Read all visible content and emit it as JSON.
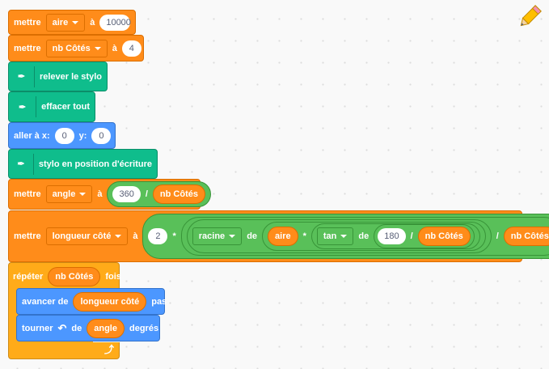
{
  "blocks": {
    "set_aire": {
      "label": "mettre",
      "var": "aire",
      "to": "à",
      "value": "10000"
    },
    "set_nb": {
      "label": "mettre",
      "var": "nb Côtés",
      "to": "à",
      "value": "4"
    },
    "pen_up": {
      "label": "relever le stylo"
    },
    "clear": {
      "label": "effacer tout"
    },
    "goto": {
      "label": "aller à x:",
      "x": "0",
      "ylabel": "y:",
      "y": "0"
    },
    "pen_down": {
      "label": "stylo en position d'écriture"
    },
    "set_angle": {
      "label": "mettre",
      "var": "angle",
      "to": "à",
      "a": "360",
      "div": "/",
      "b": "nb Côtés"
    },
    "set_len": {
      "label": "mettre",
      "var": "longueur côté",
      "to": "à",
      "two": "2",
      "mul": "*",
      "fn": "racine",
      "de": "de",
      "aire": "aire",
      "mul2": "*",
      "fn2": "tan",
      "de2": "de",
      "n180": "180",
      "div": "/",
      "nb": "nb Côtés",
      "div2": "/",
      "nb2": "nb Côtés"
    },
    "repeat": {
      "label": "répéter",
      "var": "nb Côtés",
      "times": "fois"
    },
    "move": {
      "label": "avancer de",
      "var": "longueur côté",
      "steps": "pas"
    },
    "turn": {
      "label": "tourner",
      "icon": "rotate-left-icon",
      "de": "de",
      "var": "angle",
      "deg": "degrés"
    }
  },
  "colors": {
    "data": "#ff8c1a",
    "pen": "#0fbd8c",
    "motion": "#4c97ff",
    "operators": "#59c059",
    "control": "#ffab19"
  }
}
